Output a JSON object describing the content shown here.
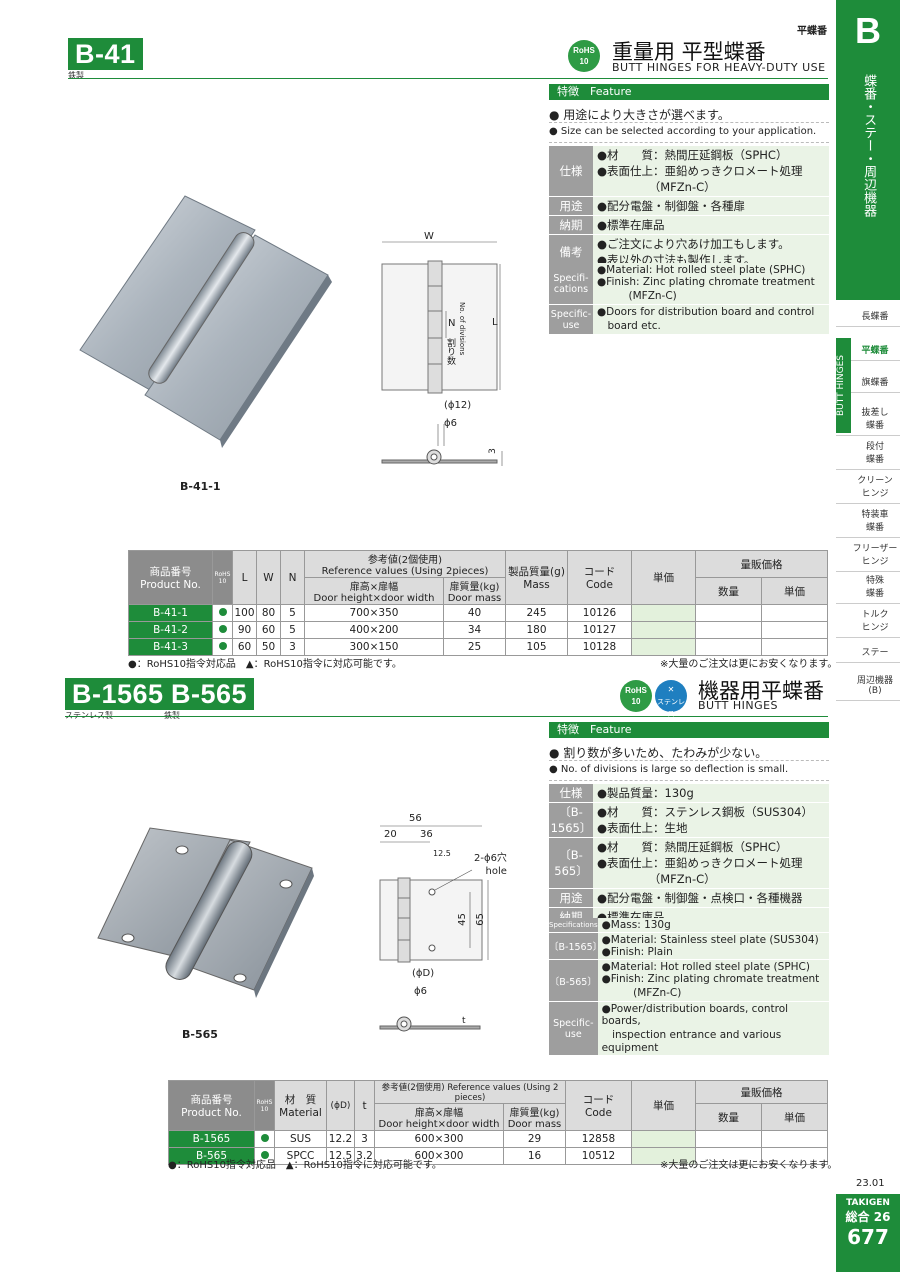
{
  "header_right": "平蝶番",
  "tab": {
    "letter": "B",
    "vertical_label": "蝶番・ステー・周辺機器"
  },
  "side_items": [
    "長蝶番",
    "平蝶番",
    "旗蝶番",
    "抜差し\n蝶番",
    "段付\n蝶番",
    "クリーン\nヒンジ",
    "特装車\n蝶番",
    "フリーザー\nヒンジ",
    "特殊\n蝶番",
    "トルク\nヒンジ",
    "ステー",
    "周辺機器\n(B)"
  ],
  "side_active_label": "BUTT HINGES",
  "section1": {
    "code": "B-41",
    "material": "鉄製",
    "rohs": "RoHS\n10",
    "title_jp": "重量用 平型蝶番",
    "title_en": "BUTT HINGES FOR HEAVY-DUTY USE",
    "feature_bar": "特徴　Feature",
    "feature_jp": "● 用途により大きさが選べます。",
    "feature_en": "● Size can be selected according to your application.",
    "specs_jp": [
      {
        "label": "仕様",
        "value": "●材　　質：熱間圧延鋼板（SPHC）\n●表面仕上：亜鉛めっきクロメート処理\n　　　　　（MFZn-C）"
      },
      {
        "label": "用途",
        "value": "●配分電盤・制御盤・各種扉"
      },
      {
        "label": "納期",
        "value": "●標準在庫品"
      },
      {
        "label": "備考",
        "value": "●ご注文により穴あけ加工もします。\n●表以外の寸法も製作します。"
      }
    ],
    "specs_en": [
      {
        "label": "Specifi-\ncations",
        "value": "●Material: Hot rolled steel plate (SPHC)\n●Finish: Zinc plating chromate treatment\n　　　(MFZn-C)"
      },
      {
        "label": "Specific-\nuse",
        "value": "●Doors for distribution board and control\n　board etc."
      }
    ],
    "photo_caption": "B-41-1",
    "drawing": {
      "w": "W",
      "l": "L",
      "n": "N",
      "div_jp": "割り数",
      "div_en": "No. of divisions",
      "d12": "(ϕ12)",
      "d6": "ϕ6",
      "t3": "3"
    },
    "table": {
      "h_prod_jp": "商品番号",
      "h_prod_en": "Product No.",
      "h_rohs": "RoHS\n10",
      "h_l": "L",
      "h_w": "W",
      "h_n": "N",
      "h_ref_jp": "参考値(2個使用)",
      "h_ref_en": "Reference values (Using 2pieces)",
      "h_door_jp": "扉高×扉幅",
      "h_door_en": "Door height×door width",
      "h_mass_jp": "扉質量(kg)",
      "h_mass_en": "Door mass",
      "h_pmass_jp": "製品質量(g)",
      "h_pmass_en": "Mass",
      "h_code_jp": "コード",
      "h_code_en": "Code",
      "h_price": "単価",
      "h_bulk": "量販価格",
      "h_qty": "数量",
      "h_unit": "単価",
      "rows": [
        {
          "p": "B-41-1",
          "l": "100",
          "w": "80",
          "n": "5",
          "door": "700×350",
          "dm": "40",
          "mass": "245",
          "code": "10126"
        },
        {
          "p": "B-41-2",
          "l": "90",
          "w": "60",
          "n": "5",
          "door": "400×200",
          "dm": "34",
          "mass": "180",
          "code": "10127"
        },
        {
          "p": "B-41-3",
          "l": "60",
          "w": "50",
          "n": "3",
          "door": "300×150",
          "dm": "25",
          "mass": "105",
          "code": "10128"
        }
      ]
    },
    "note_left": "●：RoHS10指令対応品　▲：RoHS10指令に対応可能です。",
    "note_right": "※大量のご注文は更にお安くなります。"
  },
  "section2": {
    "code1": "B-1565",
    "material1": "ステンレス製",
    "code2": "B-565",
    "material2": "鉄製",
    "rohs": "RoHS\n10",
    "ss": "ステンレス",
    "title_jp": "機器用平蝶番",
    "title_en": "BUTT HINGES",
    "feature_bar": "特徴　Feature",
    "feature_jp": "● 割り数が多いため、たわみが少ない。",
    "feature_en": "● No. of divisions is large so deflection is small.",
    "specs_jp": [
      {
        "label": "仕様",
        "value": "●製品質量：130g"
      },
      {
        "label": "〔B-1565〕",
        "value": "●材　　質：ステンレス鋼板（SUS304）\n●表面仕上：生地"
      },
      {
        "label": "〔B-565〕",
        "value": "●材　　質：熱間圧延鋼板（SPHC）\n●表面仕上：亜鉛めっきクロメート処理\n　　　　　（MFZn-C）"
      },
      {
        "label": "用途",
        "value": "●配分電盤・制御盤・点検口・各種機器"
      },
      {
        "label": "納期",
        "value": "●標準在庫品"
      }
    ],
    "specs_en": [
      {
        "label": "Specifications",
        "value": "●Mass: 130g"
      },
      {
        "label": "〔B-1565〕",
        "value": "●Material: Stainless steel plate (SUS304)\n●Finish: Plain"
      },
      {
        "label": "〔B-565〕",
        "value": "●Material: Hot rolled steel plate (SPHC)\n●Finish: Zinc plating chromate treatment\n　　　(MFZn-C)"
      },
      {
        "label": "Specific-\nuse",
        "value": "●Power/distribution boards, control boards,\n　inspection entrance and various equipment"
      }
    ],
    "photo_caption": "B-565",
    "drawing": {
      "d56": "56",
      "d20": "20",
      "d36": "36",
      "d125": "12.5",
      "hole": "2-ϕ6穴\nhole",
      "d45": "45",
      "d65": "65",
      "dD": "(ϕD)",
      "d6": "ϕ6",
      "t": "t"
    },
    "table": {
      "h_prod_jp": "商品番号",
      "h_prod_en": "Product No.",
      "h_rohs": "RoHS\n10",
      "h_mat_jp": "材　質",
      "h_mat_en": "Material",
      "h_d": "(ϕD)",
      "h_t": "t",
      "h_ref": "参考値(2個使用) Reference values (Using 2 pieces)",
      "h_door_jp": "扉高×扉幅",
      "h_door_en": "Door height×door width",
      "h_mass_jp": "扉質量(kg)",
      "h_mass_en": "Door mass",
      "h_code_jp": "コード",
      "h_code_en": "Code",
      "h_price": "単価",
      "h_bulk": "量販価格",
      "h_qty": "数量",
      "h_unit": "単価",
      "rows": [
        {
          "p": "B-1565",
          "mat": "SUS",
          "d": "12.2",
          "t": "3",
          "door": "600×300",
          "dm": "29",
          "code": "12858"
        },
        {
          "p": "B-565",
          "mat": "SPCC",
          "d": "12.5",
          "t": "3.2",
          "door": "600×300",
          "dm": "16",
          "code": "10512"
        }
      ]
    },
    "note_left": "●：RoHS10指令対応品　▲：RoHS10指令に対応可能です。",
    "note_right": "※大量のご注文は更にお安くなります。"
  },
  "footer": {
    "date": "23.01",
    "brand": "TAKIGEN",
    "sogo": "総合 26",
    "page": "677"
  }
}
